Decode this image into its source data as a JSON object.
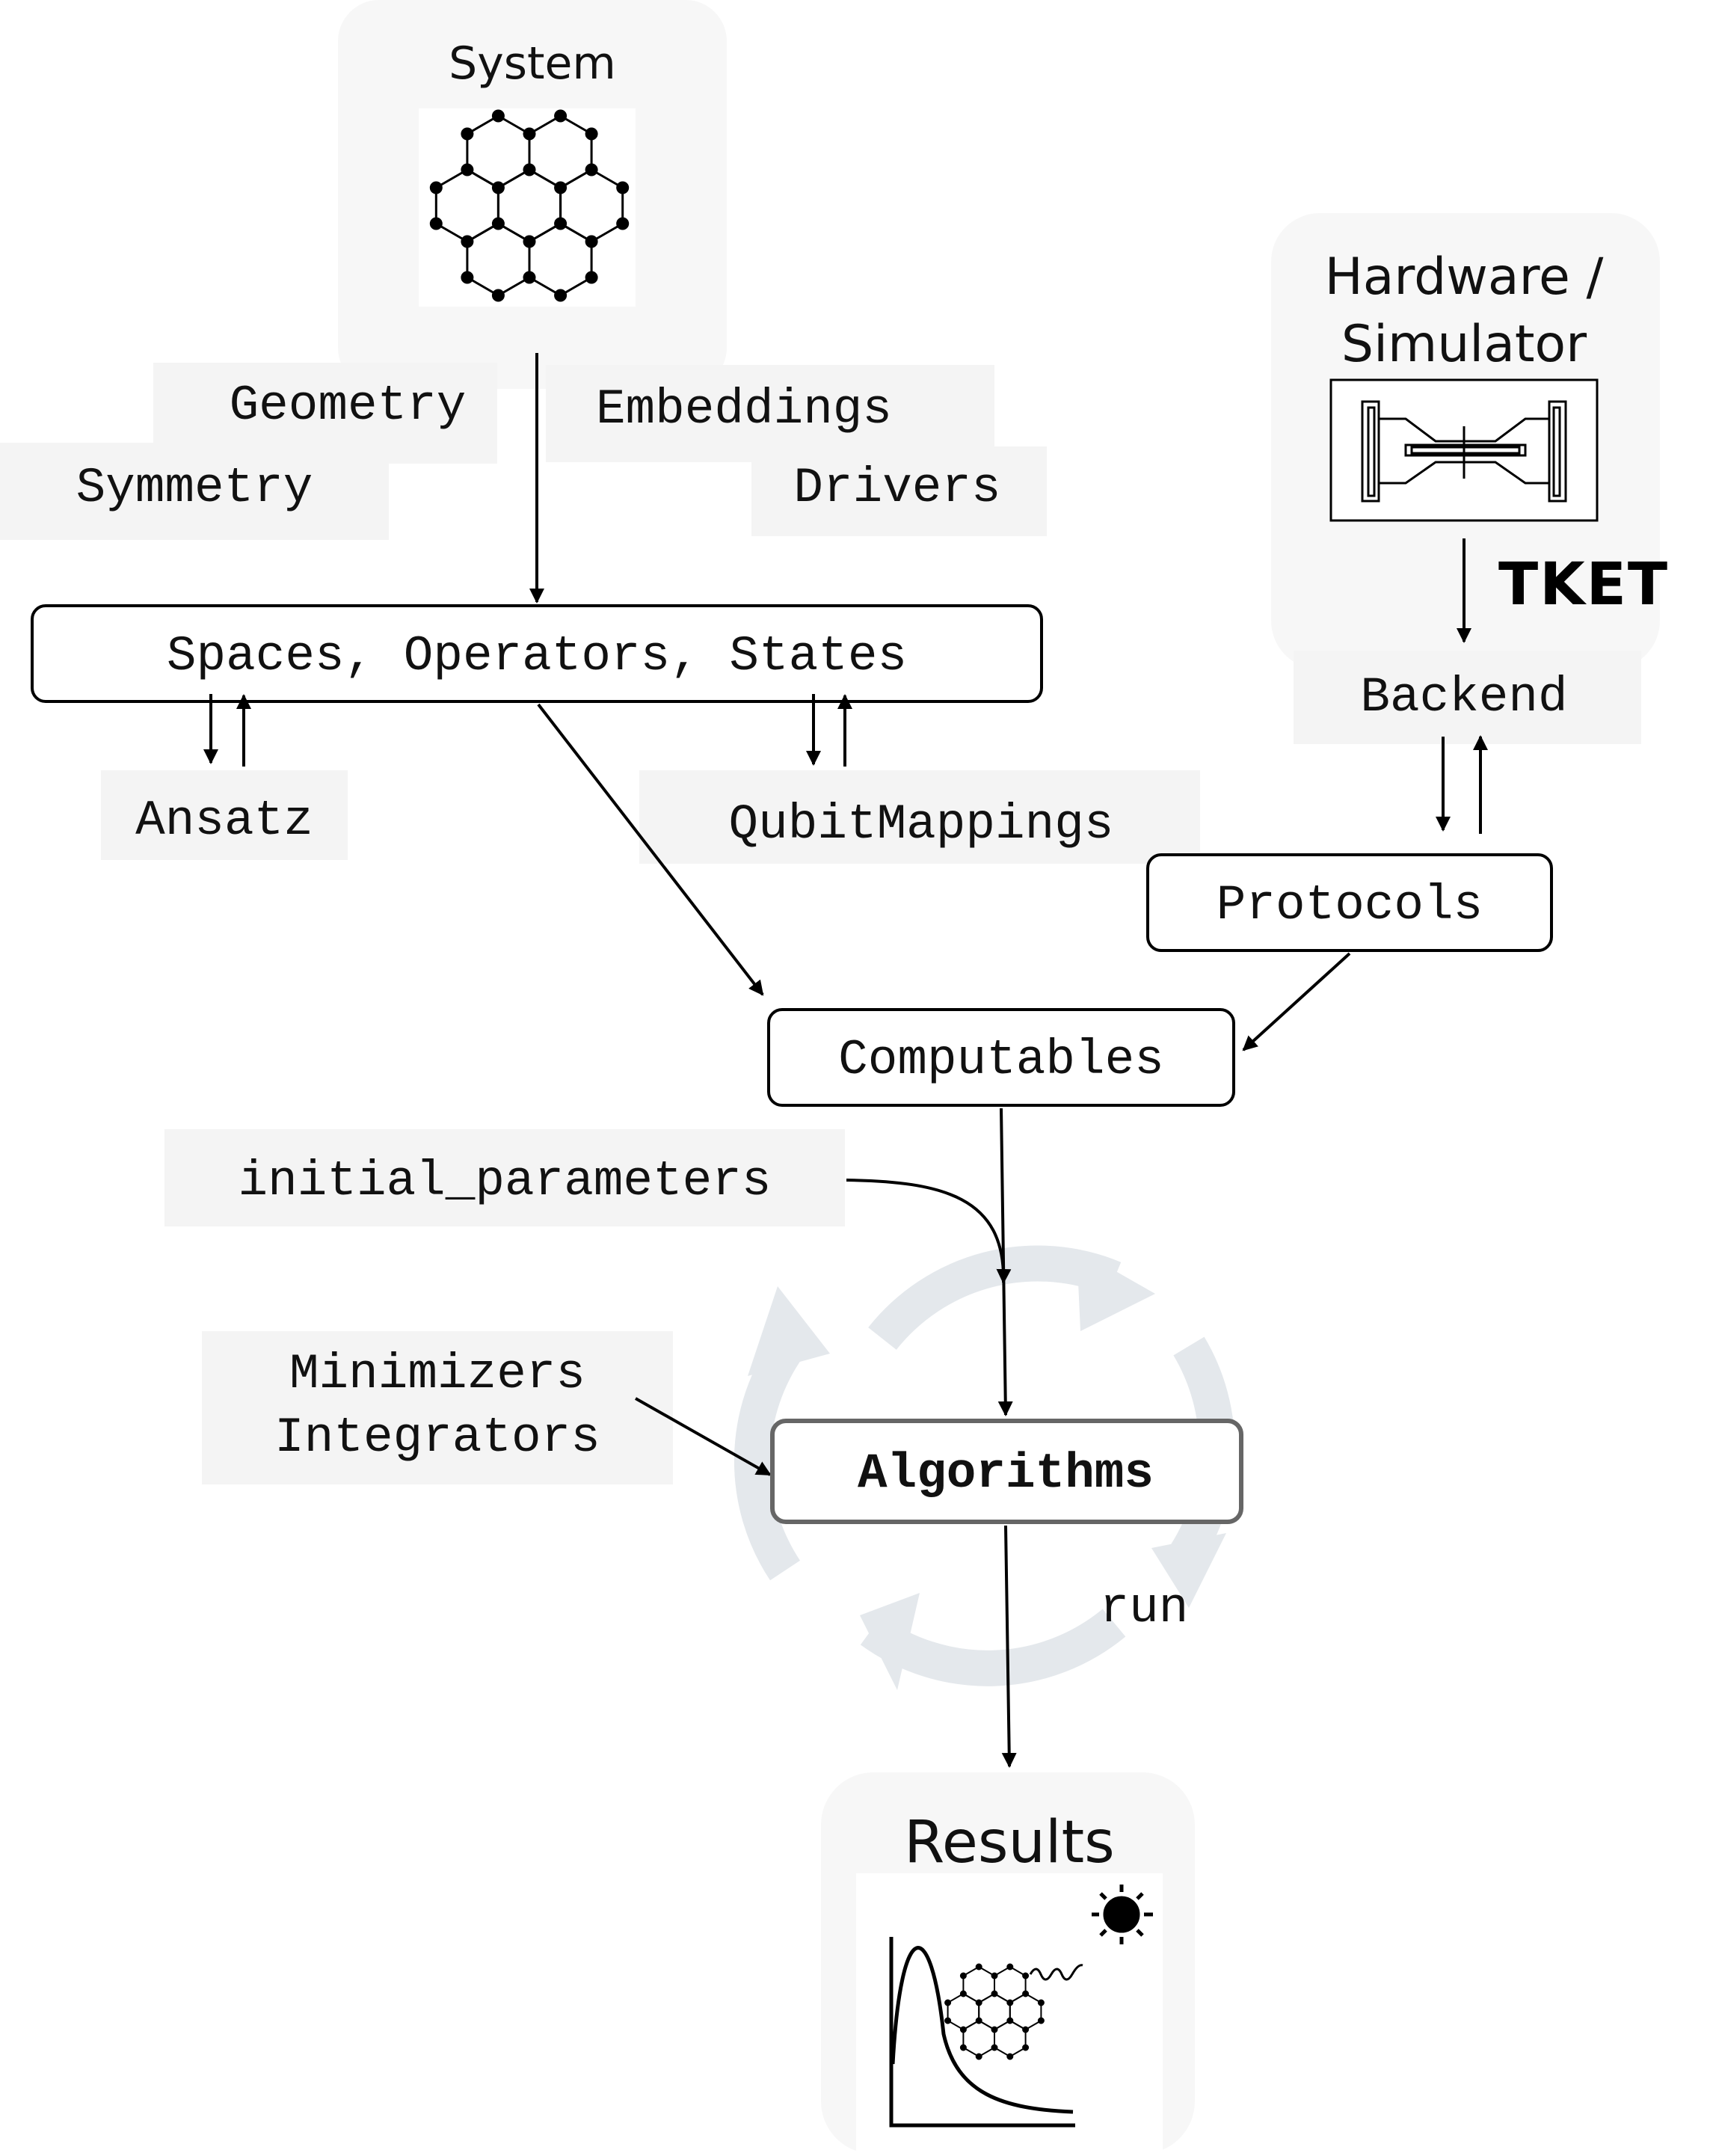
{
  "system": {
    "title": "System",
    "icon": "honeycomb-molecule-icon"
  },
  "system_labels": {
    "geometry": "Geometry",
    "embeddings": "Embeddings",
    "symmetry": "Symmetry",
    "drivers": "Drivers"
  },
  "hardware": {
    "title_line1": "Hardware /",
    "title_line2": "Simulator",
    "icon": "ion-trap-icon",
    "tket": "TKET"
  },
  "nodes": {
    "spaces": "Spaces, Operators, States",
    "ansatz": "Ansatz",
    "qubit_mappings": "QubitMappings",
    "backend": "Backend",
    "protocols": "Protocols",
    "computables": "Computables",
    "initial_parameters": "initial_parameters",
    "minimizers": "Minimizers",
    "integrators": "Integrators",
    "algorithms": "Algorithms",
    "run": "run"
  },
  "results": {
    "title": "Results",
    "icon": "spectrum-plot-icon",
    "sun_icon": "sun-icon"
  },
  "colors": {
    "cycle": "#e4e8ec",
    "panel": "#f4f4f4",
    "stroke": "#000000",
    "algorithms_border": "#666666"
  }
}
